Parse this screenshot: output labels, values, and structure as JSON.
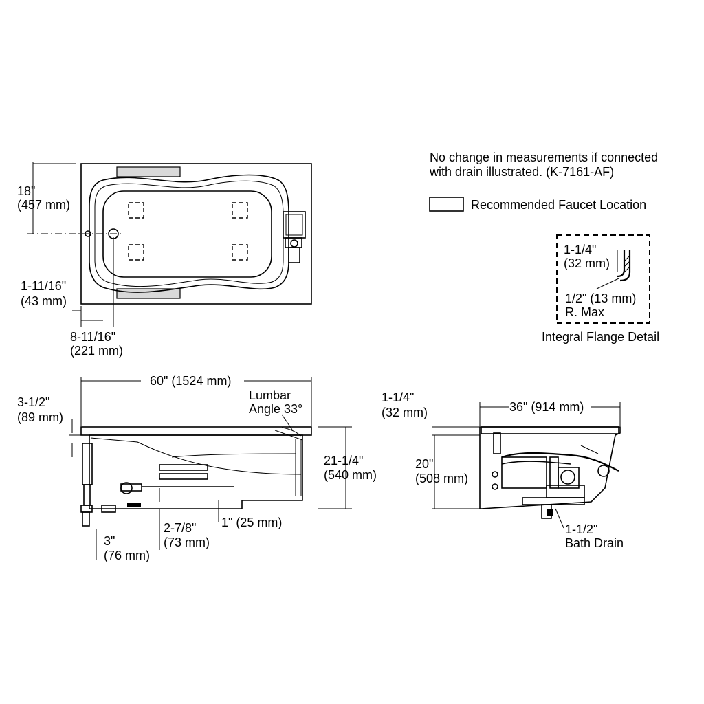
{
  "notes": {
    "line1": "No change in measurements if connected",
    "line2": "with drain illustrated. (K-7161-AF)"
  },
  "legend": {
    "faucet_label": "Recommended Faucet Location"
  },
  "flange_detail": {
    "height_in": "1-1/4\"",
    "height_mm": "(32 mm)",
    "radius_in": "1/2\" (13 mm)",
    "radius_label": "R. Max",
    "caption": "Integral Flange Detail"
  },
  "plan_view": {
    "depth_in": "18\"",
    "depth_mm": "(457 mm)",
    "offset_in": "1-11/16\"",
    "offset_mm": "(43 mm)",
    "drain_in": "8-11/16\"",
    "drain_mm": "(221 mm)"
  },
  "side_view": {
    "length": "60\" (1524 mm)",
    "lumbar_line1": "Lumbar",
    "lumbar_line2": "Angle 33°",
    "rim_in": "3-1/2\"",
    "rim_mm": "(89 mm)",
    "height_in": "21-1/4\"",
    "height_mm": "(540 mm)",
    "floor_gap": "1\" (25 mm)",
    "drain_h_in": "2-7/8\"",
    "drain_h_mm": "(73 mm)",
    "drain_below_in": "3\"",
    "drain_below_mm": "(76 mm)"
  },
  "end_view": {
    "flange_in": "1-1/4\"",
    "flange_mm": "(32 mm)",
    "width": "36\" (914 mm)",
    "height_in": "20\"",
    "height_mm": "(508 mm)",
    "drain_size": "1-1/2\"",
    "drain_label": "Bath Drain"
  }
}
